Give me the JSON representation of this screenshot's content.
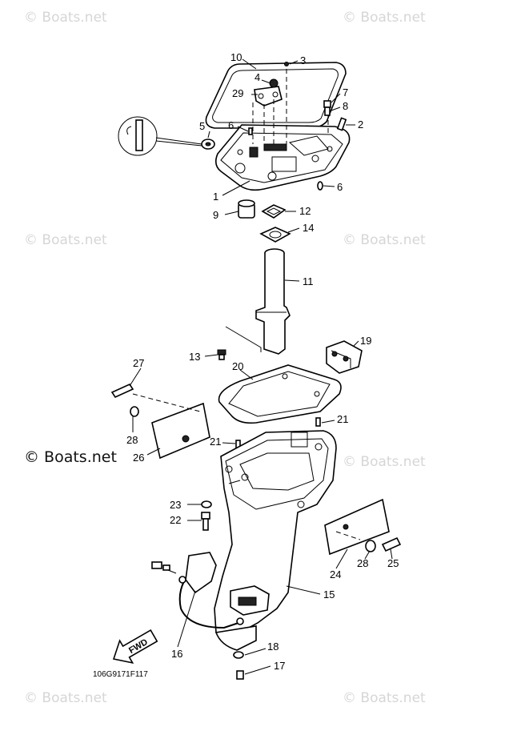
{
  "watermarks": {
    "w1": "© Boats.net",
    "w2": "© Boats.net",
    "w3": "© Boats.net",
    "w4": "© Boats.net",
    "w5": "© Boats.net",
    "w6": "© Boats.net",
    "w7": "© Boats.net",
    "main": "© Boats.net"
  },
  "diagram_code": "106G9171F117",
  "fwd_label": "FWD",
  "callouts": {
    "p1": "1",
    "p2": "2",
    "p3": "3",
    "p4": "4",
    "p5": "5",
    "p6a": "6",
    "p6b": "6",
    "p7": "7",
    "p8": "8",
    "p9": "9",
    "p10": "10",
    "p11": "11",
    "p12": "12",
    "p13": "13",
    "p14": "14",
    "p15": "15",
    "p16": "16",
    "p17": "17",
    "p18": "18",
    "p19": "19",
    "p20": "20",
    "p21a": "21",
    "p21b": "21",
    "p22": "22",
    "p23": "23",
    "p24": "24",
    "p25": "25",
    "p26": "26",
    "p27": "27",
    "p28a": "28",
    "p28b": "28",
    "p29": "29"
  }
}
